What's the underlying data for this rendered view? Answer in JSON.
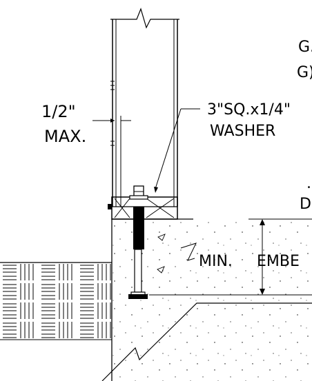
{
  "labels": {
    "clip_g": "G.",
    "clip_g_paren": "G)",
    "clip_dot": ".",
    "clip_d": "D",
    "gap_value": "1/2\"",
    "gap_max": "MAX.",
    "washer_size": "3\"SQ.x1/4\"",
    "washer_name": "WASHER",
    "embed_min": "MIN.",
    "embed_word": "EMBE"
  }
}
